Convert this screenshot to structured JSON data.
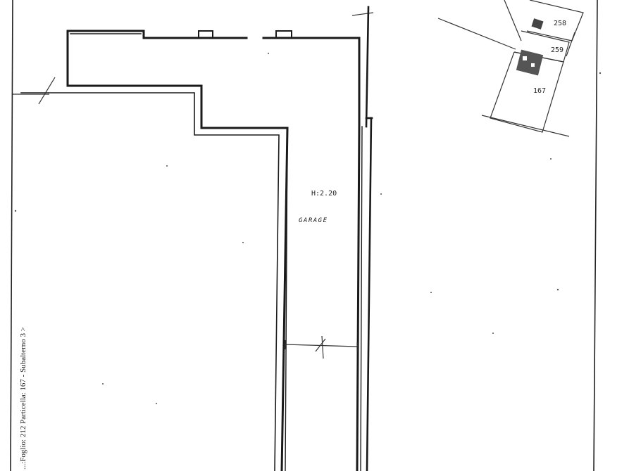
{
  "plan": {
    "height_label": "H:2.20",
    "room_label": "GARAGE",
    "side_caption": "...:Foglio: 212 Particella: 167 - Subalterno 3 >"
  },
  "location_map": {
    "parcels": [
      "258",
      "259",
      "167"
    ]
  }
}
